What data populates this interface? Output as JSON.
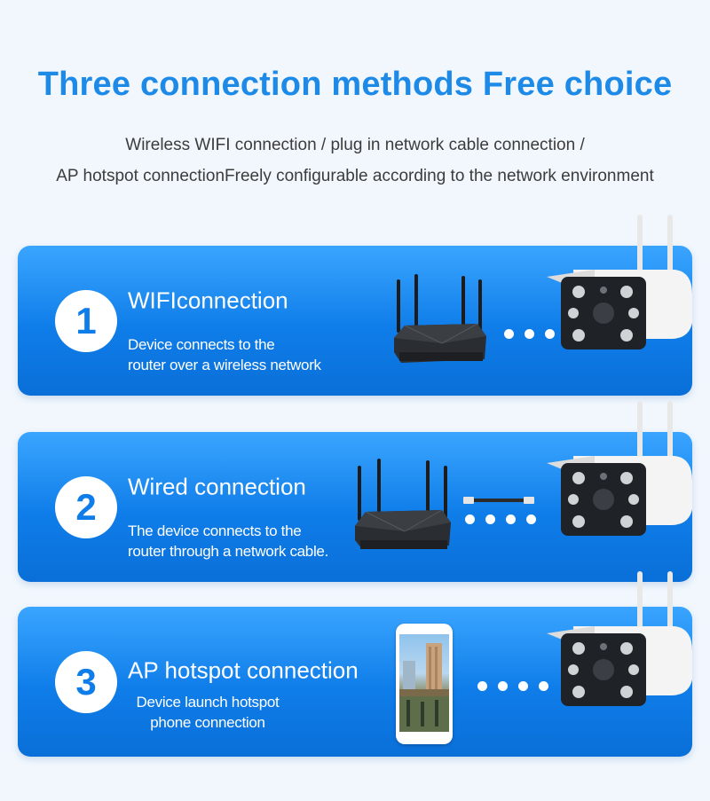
{
  "header": {
    "title": "Three connection methods Free choice",
    "subtitle_line1": "Wireless WIFI connection / plug in network cable connection /",
    "subtitle_line2": "AP hotspot connectionFreely configurable according to the network environment"
  },
  "cards": [
    {
      "number": "1",
      "title": "WIFIconnection",
      "desc_line1": "Device connects to the",
      "desc_line2": "router over a wireless network"
    },
    {
      "number": "2",
      "title": "Wired connection",
      "desc_line1": "The device connects to the",
      "desc_line2": "router through a network cable."
    },
    {
      "number": "3",
      "title": "AP hotspot connection",
      "desc_line1": "Device launch hotspot",
      "desc_line2": "phone connection"
    }
  ],
  "icons": [
    "router-icon",
    "camera-icon",
    "cable-icon",
    "phone-icon"
  ],
  "colors": {
    "accent": "#1e8ae8",
    "card_top": "#3aa5ff",
    "card_bottom": "#0a6fd8",
    "background": "#f1f7fd"
  }
}
